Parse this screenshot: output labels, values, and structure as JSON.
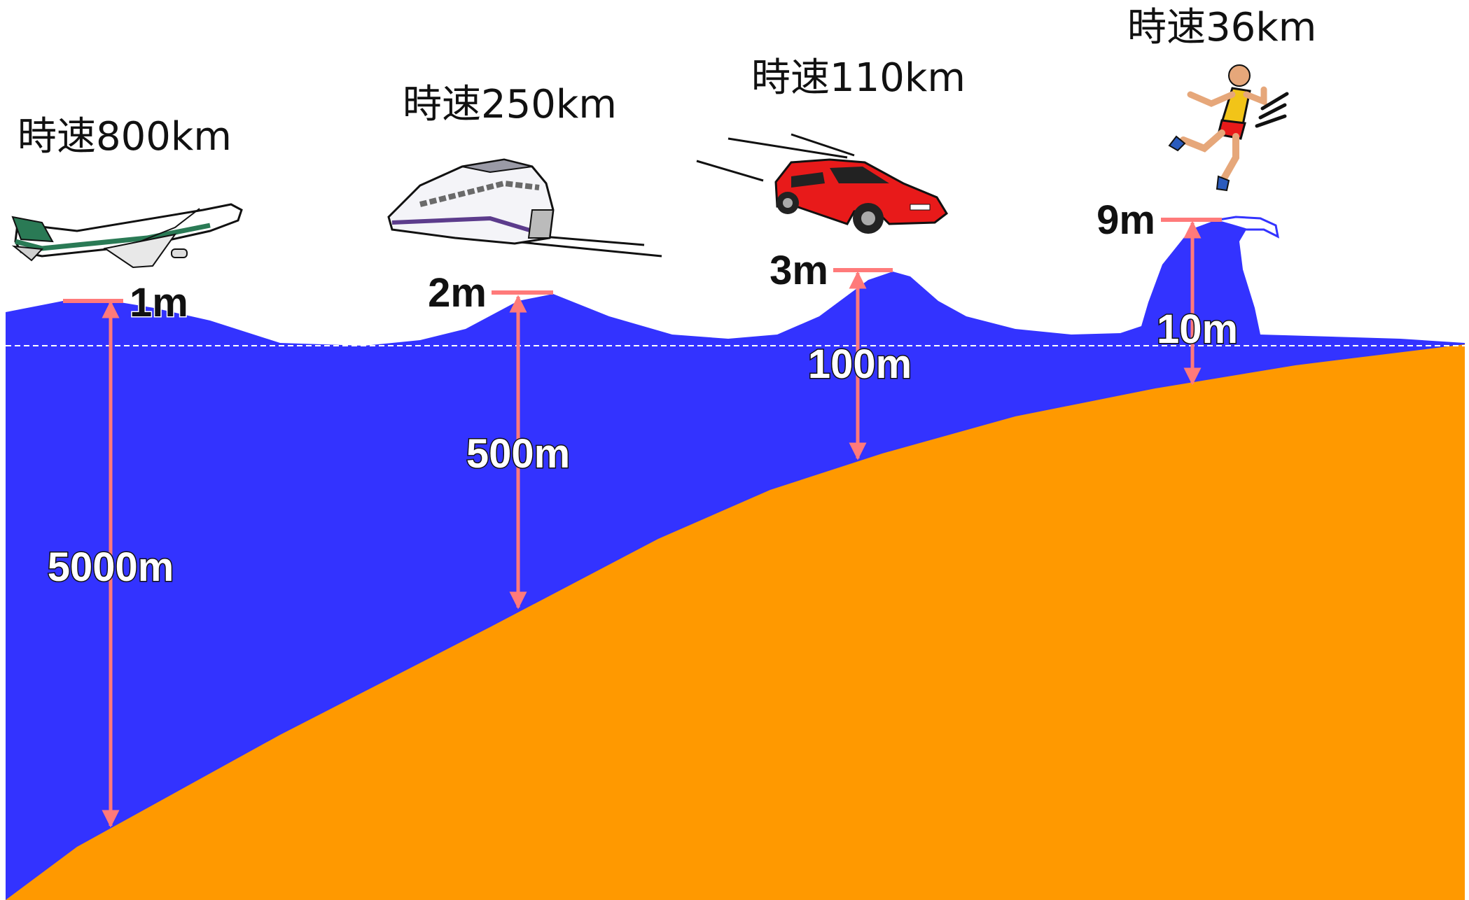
{
  "colors": {
    "sea": "#3333ff",
    "seabed": "#ff9900",
    "marker": "#ff7a7a",
    "sea_level_line": "#ffffff"
  },
  "scenarios": [
    {
      "speed": "時速800km",
      "wave_height": "1m",
      "depth": "5000m",
      "vehicle": "airplane-icon"
    },
    {
      "speed": "時速250km",
      "wave_height": "2m",
      "depth": "500m",
      "vehicle": "bullet-train-icon"
    },
    {
      "speed": "時速110km",
      "wave_height": "3m",
      "depth": "100m",
      "vehicle": "sports-car-icon"
    },
    {
      "speed": "時速36km",
      "wave_height": "9m",
      "depth": "10m",
      "vehicle": "runner-icon"
    }
  ]
}
